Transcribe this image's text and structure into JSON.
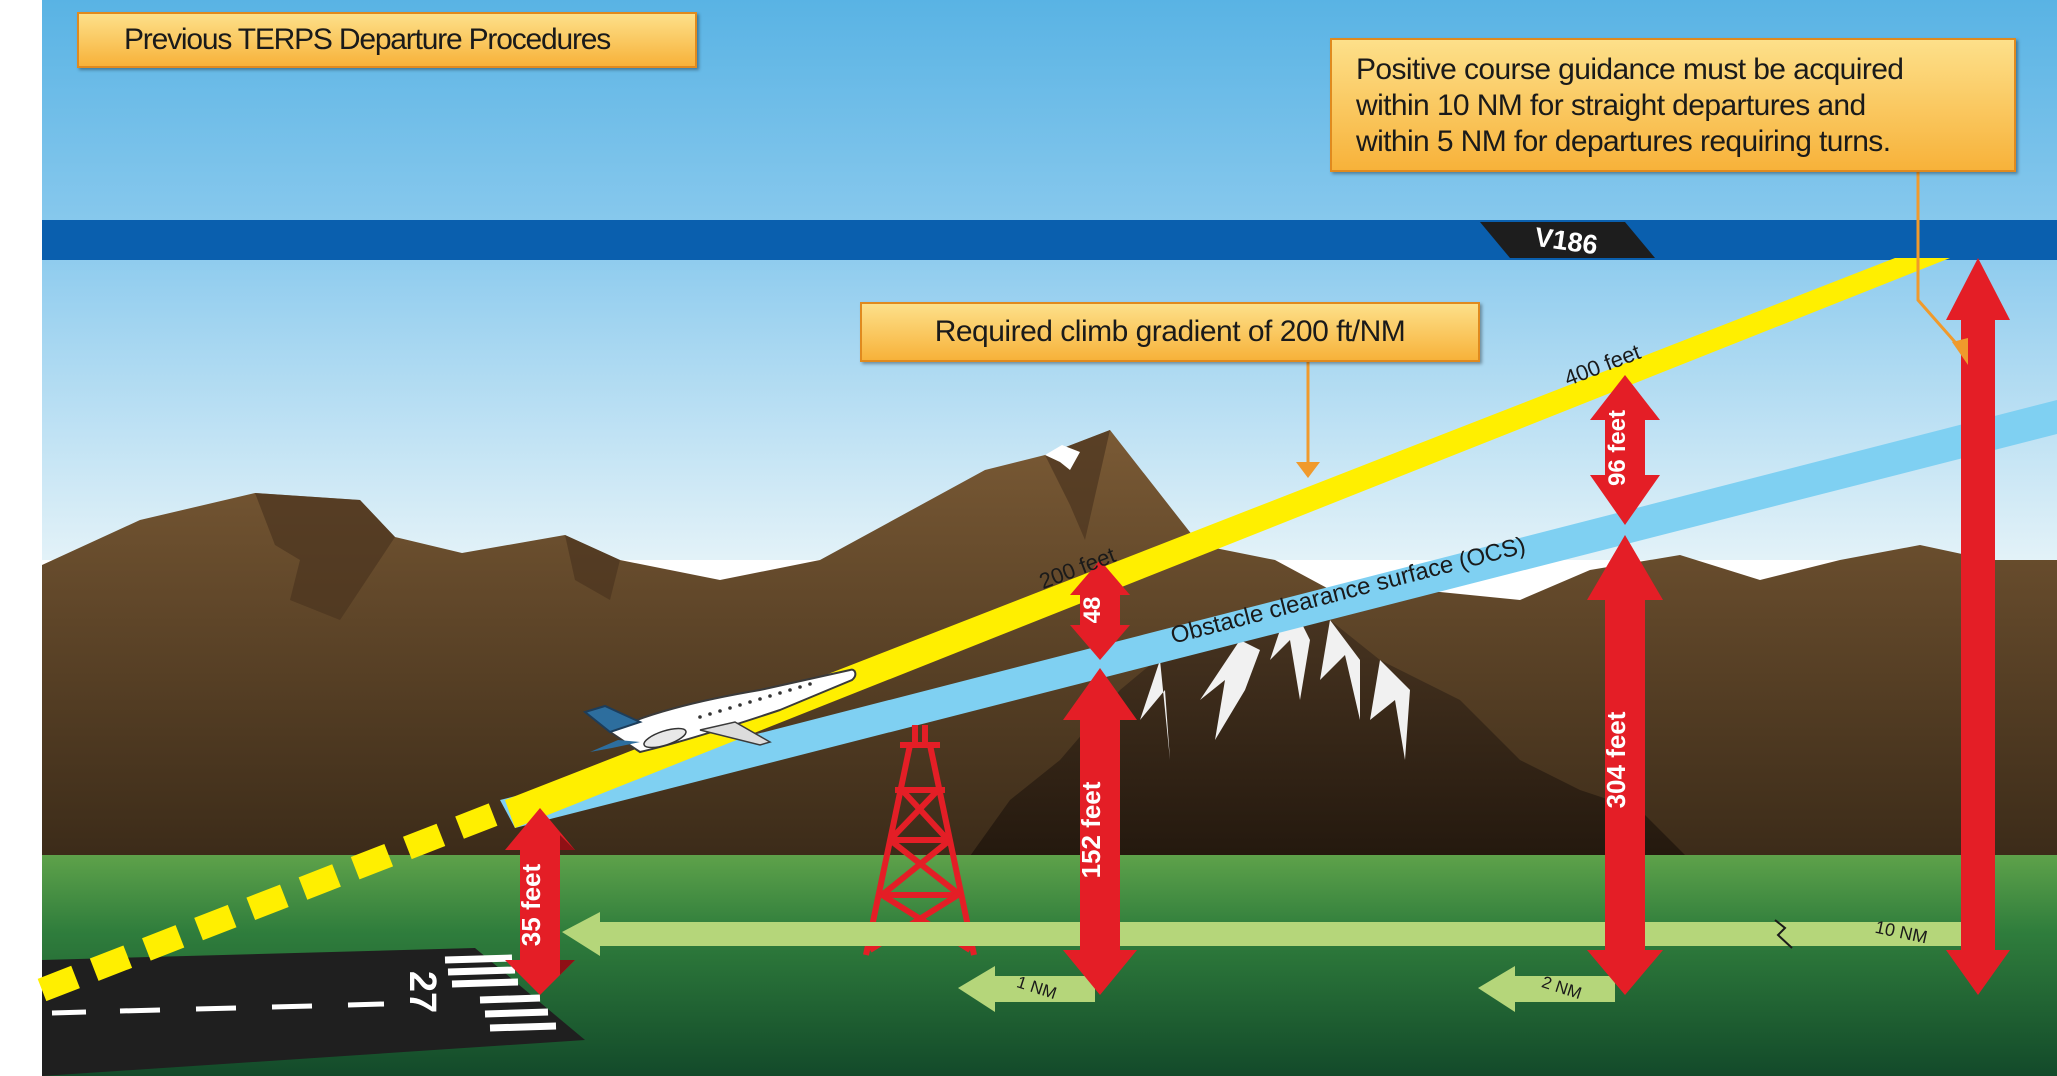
{
  "title": "Previous TERPS Departure Procedures",
  "guidance_note": {
    "line1": "Positive course guidance must be acquired",
    "line2": "within 10 NM for straight departures and",
    "line3": "within 5 NM for departures requiring turns."
  },
  "climb_gradient_note": "Required climb gradient of 200 ft/NM",
  "airway_label": "V186",
  "runway_number": "27",
  "surfaces": {
    "climb_200ft": "200 feet",
    "climb_400ft": "400 feet",
    "ocs": "Obstacle clearance surface (OCS)"
  },
  "heights": {
    "runway_end": "35 feet",
    "nm1_ocs": "152 feet",
    "nm1_margin": "48",
    "nm2_ocs": "304 feet",
    "nm2_margin": "96 feet"
  },
  "distances": {
    "nm1": "1 NM",
    "nm2": "2 NM",
    "nm10": "10 NM"
  },
  "colors": {
    "sky_top": "#5ab6e6",
    "sky_bottom": "#d4edf7",
    "airway_band": "#0a5fae",
    "climb_path": "#ffef00",
    "ocs": "#7fd0f2",
    "height_arrow": "#e41e26",
    "distance_arrow": "#b5d67a",
    "callout": "#f7b23a",
    "ground": "#2f7a3a",
    "mountain": "#5a4126"
  },
  "icons": {
    "aircraft": "jet-aircraft-icon",
    "tower": "obstacle-tower-icon"
  }
}
